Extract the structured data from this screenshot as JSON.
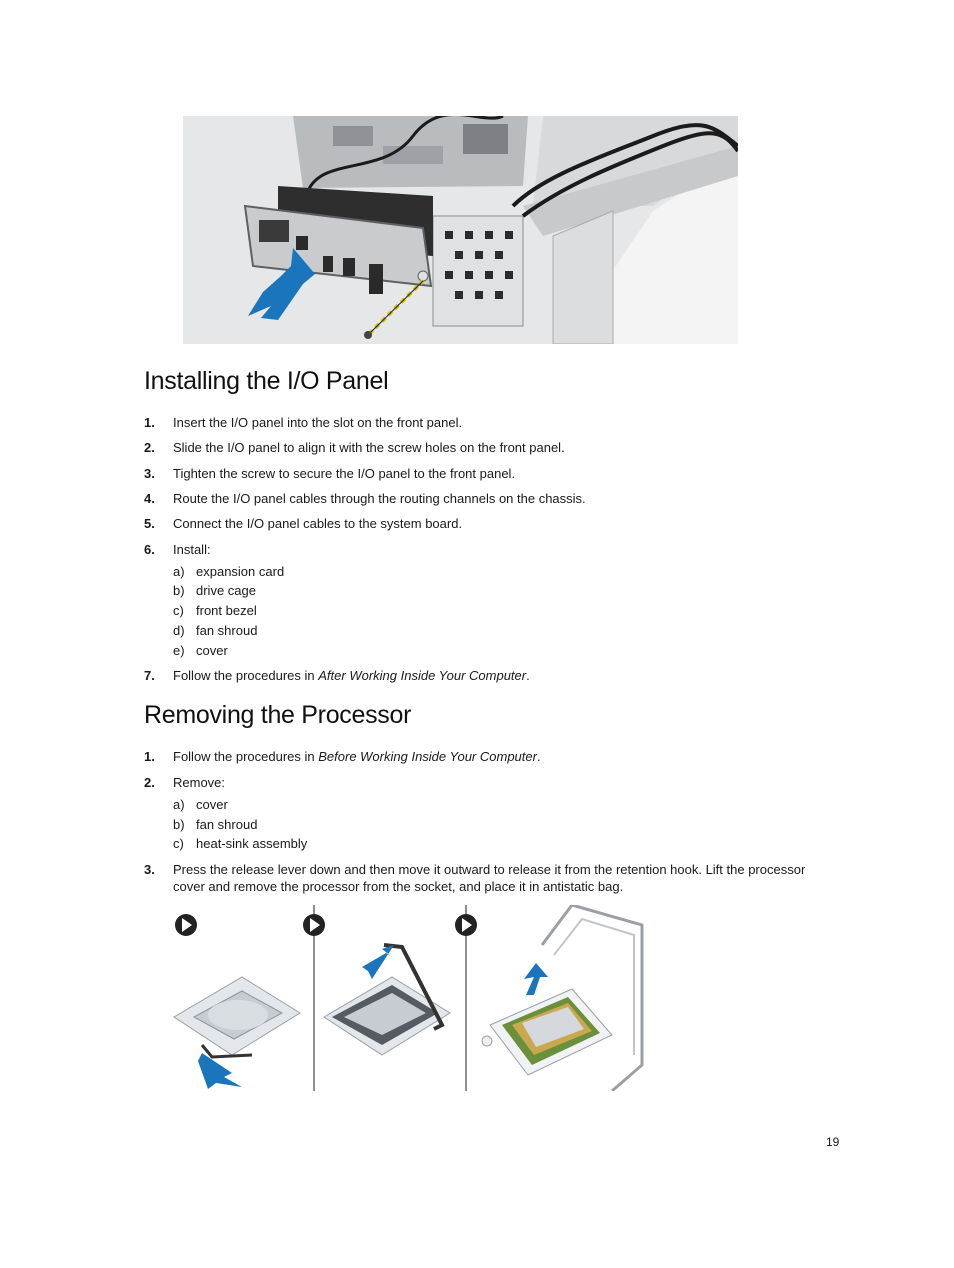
{
  "install_section": {
    "title": "Installing the I/O Panel",
    "steps": [
      {
        "num": "1.",
        "text": "Insert the I/O panel into the slot on the front panel."
      },
      {
        "num": "2.",
        "text": "Slide the I/O panel to align it with the screw holes on the front panel."
      },
      {
        "num": "3.",
        "text": "Tighten the screw to secure the I/O panel to the front panel."
      },
      {
        "num": "4.",
        "text": "Route the I/O panel cables through the routing channels on the chassis."
      },
      {
        "num": "5.",
        "text": "Connect the I/O panel cables to the system board."
      },
      {
        "num": "6.",
        "text": "Install:"
      },
      {
        "num": "7.",
        "text": "Follow the procedures in ",
        "italic": "After Working Inside Your Computer",
        "end": "."
      }
    ],
    "install_items": [
      {
        "letter": "a)",
        "text": "expansion card"
      },
      {
        "letter": "b)",
        "text": "drive cage"
      },
      {
        "letter": "c)",
        "text": "front bezel"
      },
      {
        "letter": "d)",
        "text": "fan shroud"
      },
      {
        "letter": "e)",
        "text": "cover"
      }
    ]
  },
  "remove_section": {
    "title": "Removing the Processor",
    "steps": [
      {
        "num": "1.",
        "text": "Follow the procedures in ",
        "italic": "Before Working Inside Your Computer",
        "end": "."
      },
      {
        "num": "2.",
        "text": "Remove:"
      },
      {
        "num": "3.",
        "text": "Press the release lever down and then move it outward to release it from the retention hook. Lift the processor cover and remove the processor from the socket, and place it in antistatic bag."
      }
    ],
    "remove_items": [
      {
        "letter": "a)",
        "text": "cover"
      },
      {
        "letter": "b)",
        "text": "fan shroud"
      },
      {
        "letter": "c)",
        "text": "heat-sink assembly"
      }
    ]
  },
  "page_number": "19",
  "colors": {
    "arrow_blue": "#1b75bc",
    "accent": "#1a1a1a"
  }
}
